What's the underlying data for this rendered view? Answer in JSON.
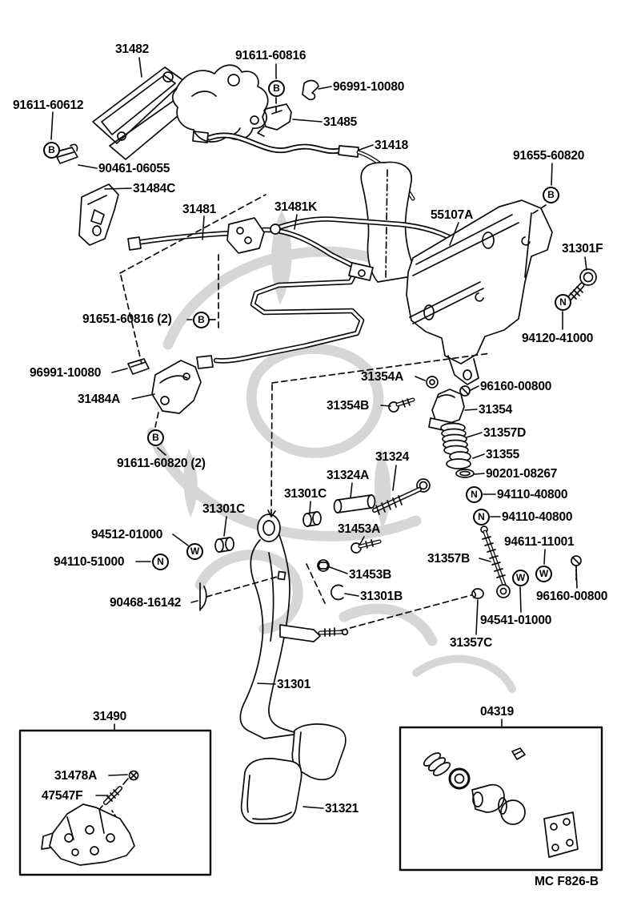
{
  "page": {
    "background": "#ffffff",
    "line_color": "#0a0a0a",
    "watermark_color": "#c9c9c9",
    "footer_code": "MC F826-B"
  },
  "labels": [
    {
      "text": "31482"
    },
    {
      "text": "91611-60816"
    },
    {
      "text": "96991-10080"
    },
    {
      "text": "91611-60612"
    },
    {
      "text": "31485"
    },
    {
      "text": "31418"
    },
    {
      "text": "90461-06055"
    },
    {
      "text": "31484C"
    },
    {
      "text": "91655-60820"
    },
    {
      "text": "31481"
    },
    {
      "text": "31481K"
    },
    {
      "text": "55107A"
    },
    {
      "text": "31301F"
    },
    {
      "text": "91651-60816 (2)"
    },
    {
      "text": "94120-41000"
    },
    {
      "text": "96991-10080"
    },
    {
      "text": "31354A"
    },
    {
      "text": "96160-00800"
    },
    {
      "text": "31484A"
    },
    {
      "text": "31354B"
    },
    {
      "text": "31354"
    },
    {
      "text": "31357D"
    },
    {
      "text": "31355"
    },
    {
      "text": "91611-60820 (2)"
    },
    {
      "text": "31324"
    },
    {
      "text": "90201-08267"
    },
    {
      "text": "31324A"
    },
    {
      "text": "94110-40800"
    },
    {
      "text": "31301C"
    },
    {
      "text": "94110-40800"
    },
    {
      "text": "31301C"
    },
    {
      "text": "31453A"
    },
    {
      "text": "94512-01000"
    },
    {
      "text": "94611-11001"
    },
    {
      "text": "94110-51000"
    },
    {
      "text": "31357B"
    },
    {
      "text": "31453B"
    },
    {
      "text": "90468-16142"
    },
    {
      "text": "31301B"
    },
    {
      "text": "96160-00800"
    },
    {
      "text": "94541-01000"
    },
    {
      "text": "31357C"
    },
    {
      "text": "31301"
    },
    {
      "text": "31490"
    },
    {
      "text": "04319"
    },
    {
      "text": "31478A"
    },
    {
      "text": "47547F"
    },
    {
      "text": "31321"
    }
  ],
  "symbols": [
    "B",
    "B",
    "B",
    "B",
    "B",
    "N",
    "N",
    "N",
    "N",
    "W",
    "W",
    "W"
  ]
}
